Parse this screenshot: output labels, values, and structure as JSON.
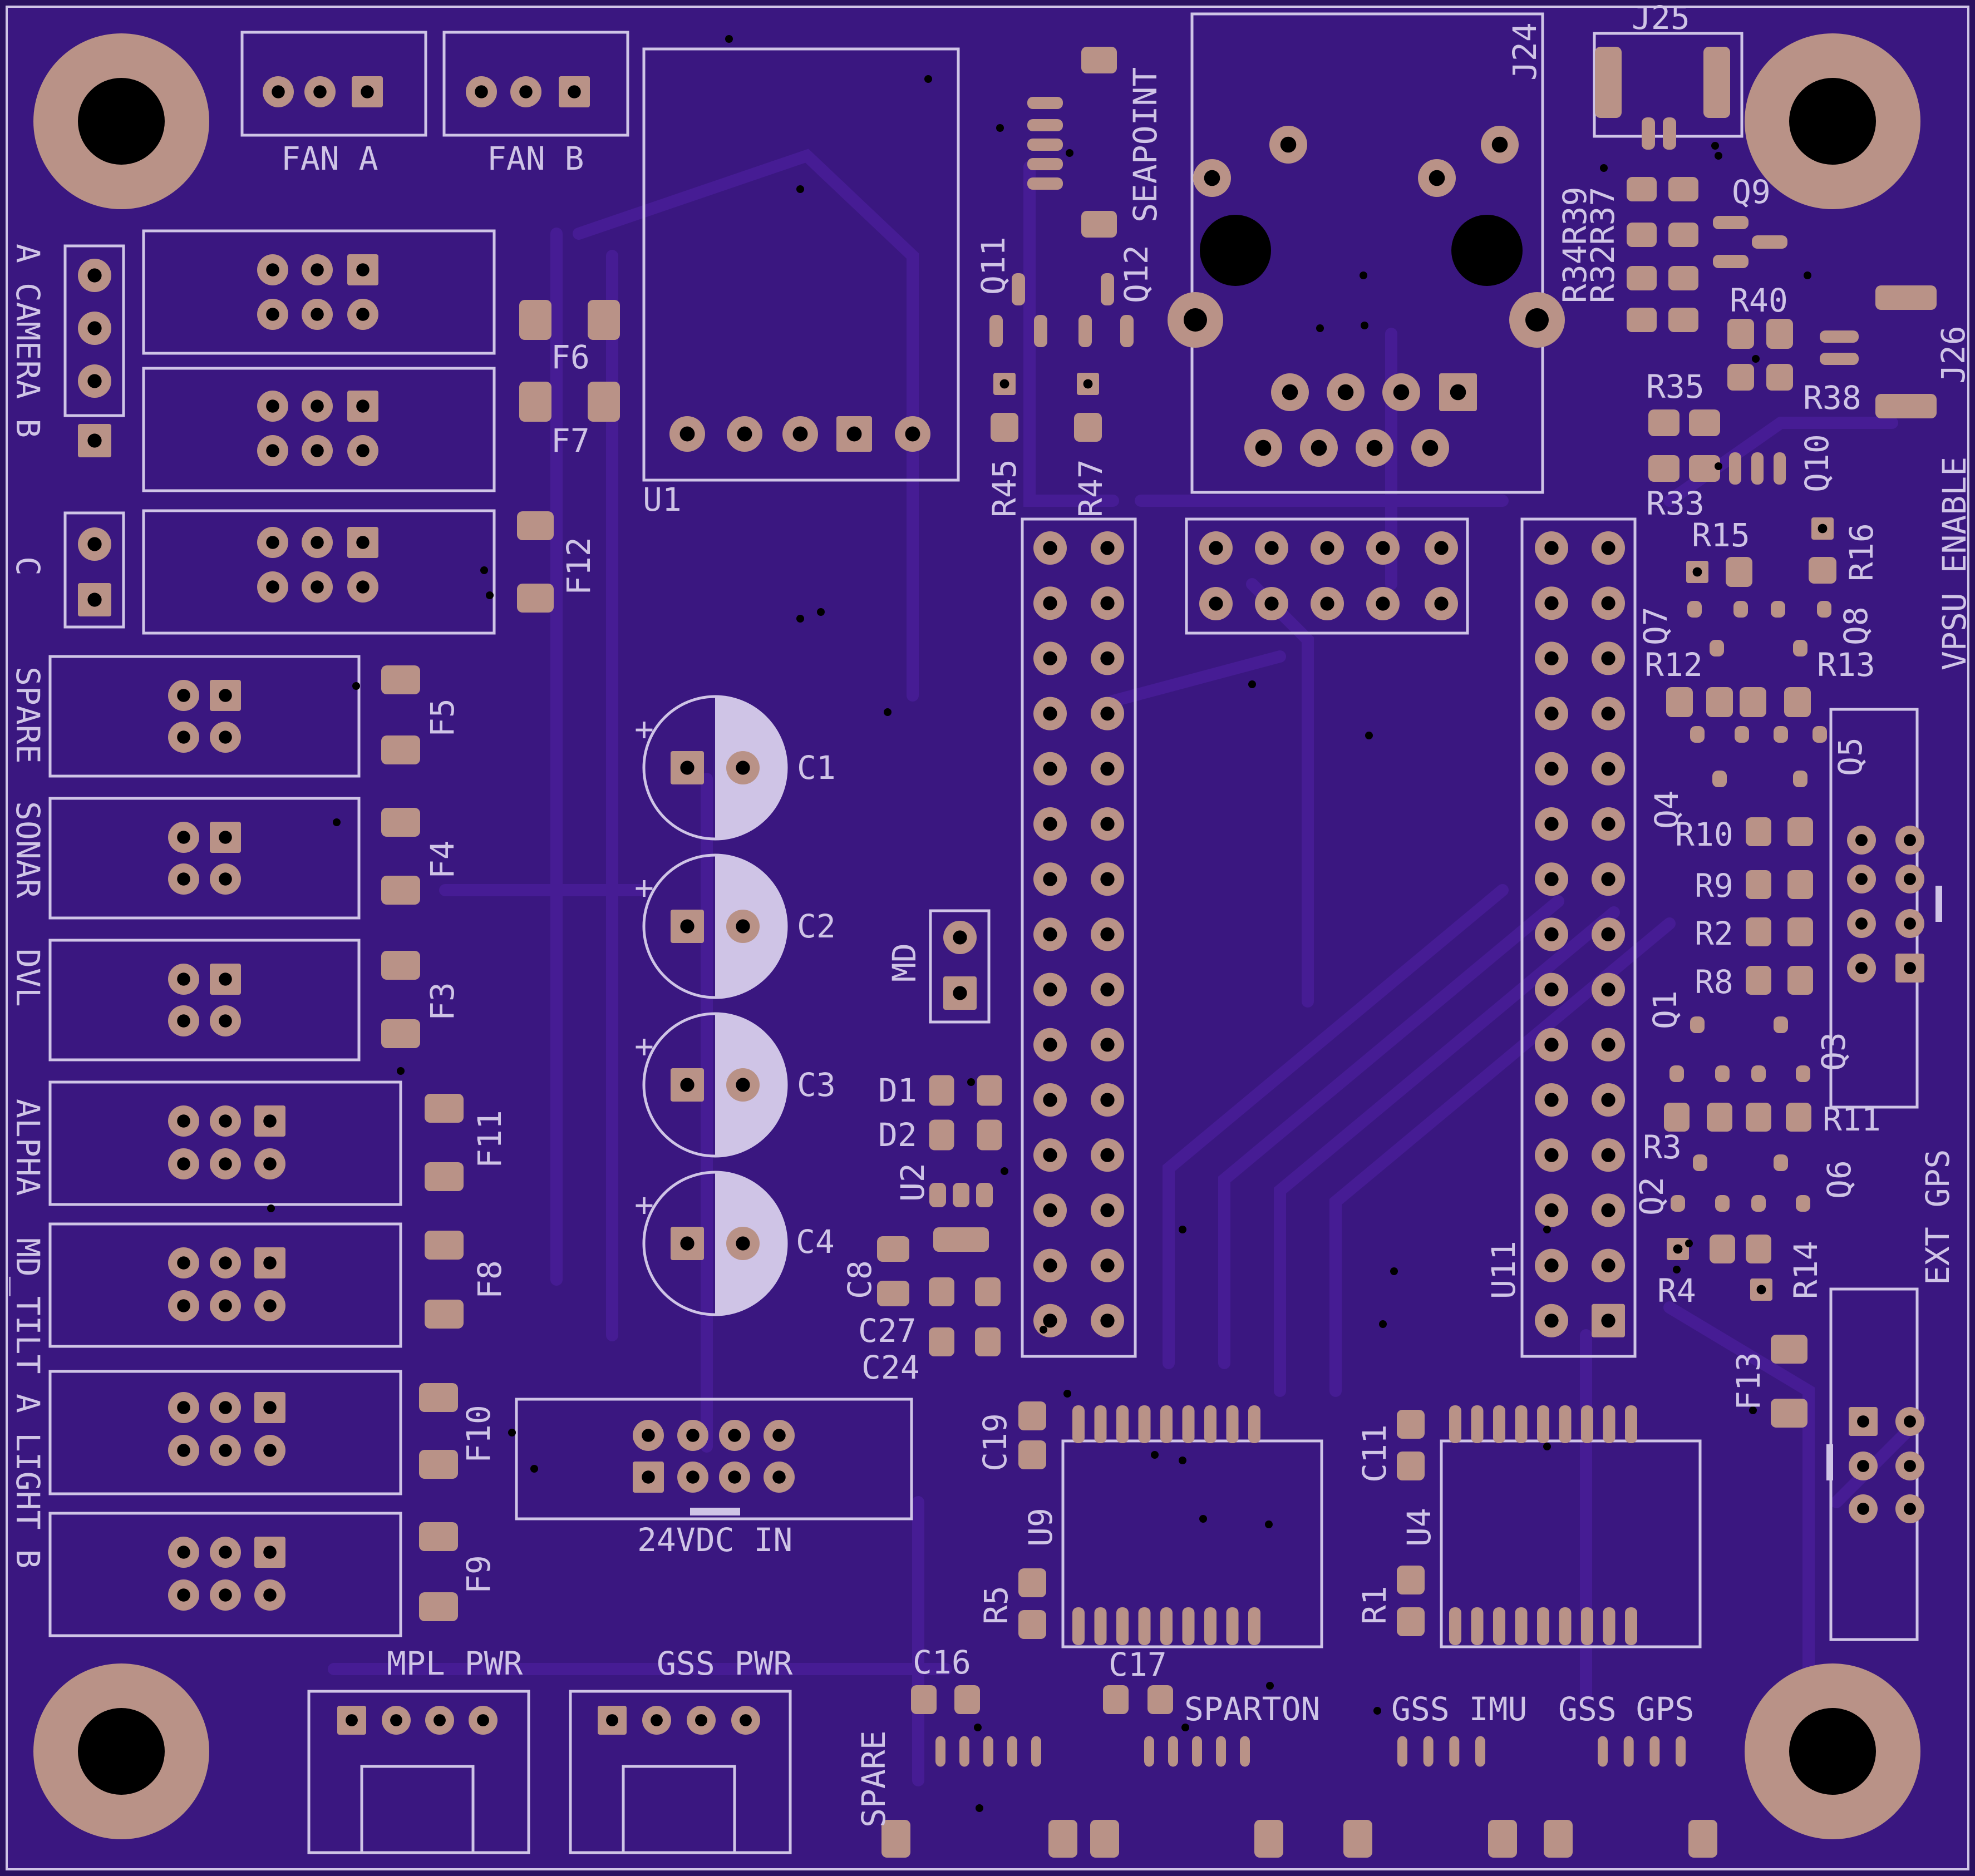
{
  "colors": {
    "board": "#3a1780",
    "board_edge": "#2a1160",
    "copper": "#b99287",
    "silk": "#cfc4e6",
    "drill": "#000000",
    "trace": "#461c94"
  },
  "labels": {
    "fan_a": "FAN A",
    "fan_b": "FAN B",
    "u1": "U1",
    "seapoint": "SEAPOINT",
    "q11": "Q11",
    "q12": "Q12",
    "j24": "J24",
    "j25": "J25",
    "r34": "R34",
    "r39": "R39",
    "r32": "R32",
    "r37": "R37",
    "q9": "Q9",
    "r40": "R40",
    "j26": "J26",
    "r35": "R35",
    "r38": "R38",
    "r33": "R33",
    "q10": "Q10",
    "r45": "R45",
    "r47": "R47",
    "f6": "F6",
    "f7": "F7",
    "f12": "F12",
    "camera": "A CAMERA B",
    "c_lbl": "C",
    "spare": "SPARE",
    "sonar": "SONAR",
    "dvl": "DVL",
    "alpha": "ALPHA",
    "md_tilt": "MD_TILT",
    "light": "A LIGHT B",
    "f5": "F5",
    "f4": "F4",
    "f3": "F3",
    "f11": "F11",
    "f8": "F8",
    "f10": "F10",
    "f9": "F9",
    "c1": "C1",
    "c2": "C2",
    "c3": "C3",
    "c4": "C4",
    "md": "MD",
    "d1": "D1",
    "d2": "D2",
    "u2": "U2",
    "c8": "C8",
    "c27": "C27",
    "c24": "C24",
    "r15": "R15",
    "r16": "R16",
    "q7": "Q7",
    "q8": "Q8",
    "r12": "R12",
    "r13": "R13",
    "vpsu": "VPSU ENABLE",
    "q5": "Q5",
    "q4": "Q4",
    "r10": "R10",
    "r9": "R9",
    "r2": "R2",
    "r8": "R8",
    "q1": "Q1",
    "q3": "Q3",
    "r11": "R11",
    "r3": "R3",
    "q2": "Q2",
    "q6": "Q6",
    "r4": "R4",
    "r14": "R14",
    "ext_gps": "EXT GPS",
    "u11": "U11",
    "f13": "F13",
    "c19": "C19",
    "u9": "U9",
    "c11": "C11",
    "u4": "U4",
    "r5": "R5",
    "r1": "R1",
    "dc_in": "24VDC IN",
    "mpl_pwr": "MPL PWR",
    "gss_pwr": "GSS PWR",
    "c16": "C16",
    "c17": "C17",
    "sparton": "SPARTON",
    "gss_imu": "GSS IMU",
    "gss_gps": "GSS GPS",
    "spare_bot": "SPARE",
    "plus": "+"
  }
}
